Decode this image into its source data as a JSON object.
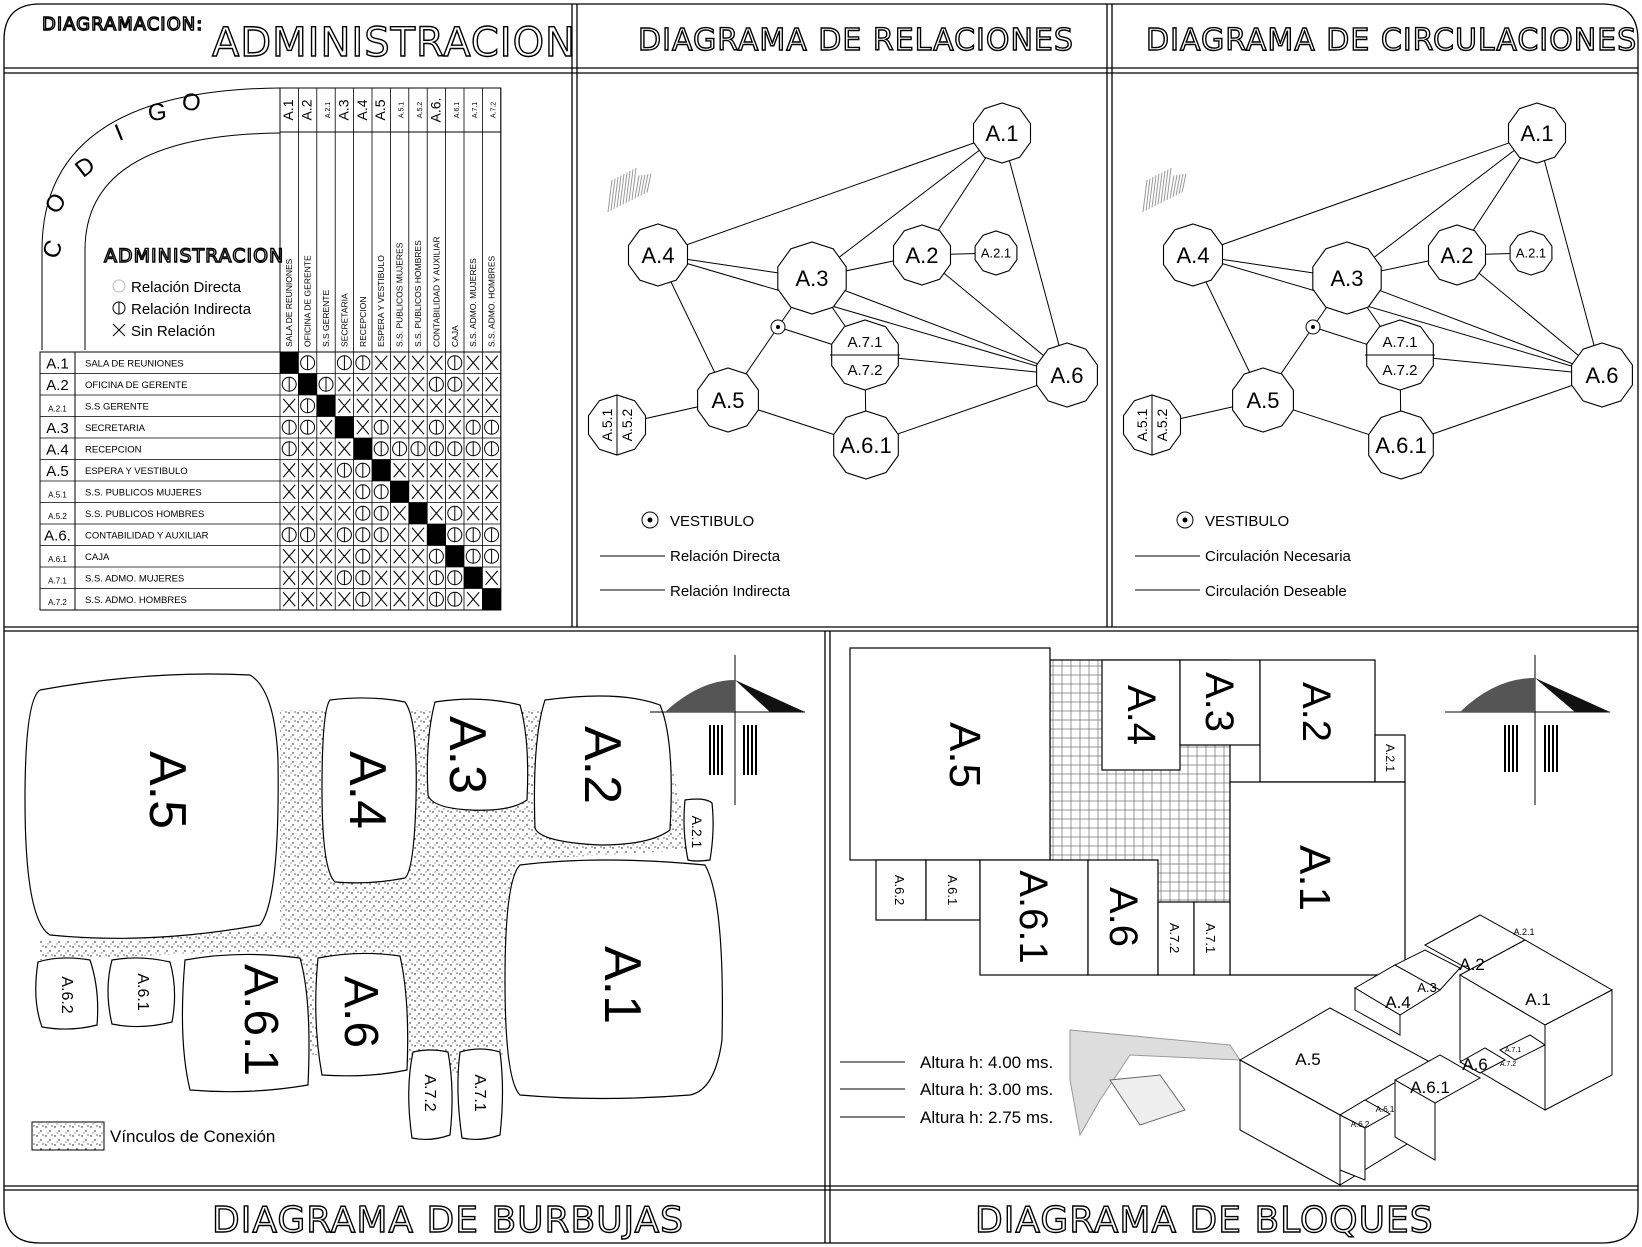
{
  "header": {
    "diagramacion": "DIAGRAMACION:",
    "admin": "ADMINISTRACION",
    "relaciones": "DIAGRAMA DE RELACIONES",
    "circulaciones": "DIAGRAMA DE CIRCULACIONES"
  },
  "footer": {
    "burbujas": "DIAGRAMA DE BURBUJAS",
    "bloques": "DIAGRAMA DE BLOQUES"
  },
  "matrix": {
    "codigo_letters": [
      "C",
      "O",
      "D",
      "I",
      "G",
      "O"
    ],
    "title": "ADMINISTRACION",
    "legend": [
      "Relación Directa",
      "Relación Indirecta",
      "Sin Relación"
    ],
    "codes": [
      "A.1",
      "A.2",
      "A.2.1",
      "A.3",
      "A.4",
      "A.5",
      "A.5.1",
      "A.5.2",
      "A.6.",
      "A.6.1",
      "A.7.1",
      "A.7.2"
    ],
    "names": [
      "SALA DE REUNIONES",
      "OFICINA DE GERENTE",
      "S.S GERENTE",
      "SECRETARIA",
      "RECEPCION",
      "ESPERA Y VESTIBULO",
      "S.S. PUBLICOS MUJERES",
      "S.S. PUBLICOS HOMBRES",
      "CONTABILIDAD Y AUXILIAR",
      "CAJA",
      "S.S. ADMO. MUJERES",
      "S.S. ADMO. HOMBRES"
    ],
    "cells": [
      "#ODOOXXXXOXXX",
      "O#OXXXXXOOXX",
      "XO#XXXXXXXXX",
      "OOX#XOXXOXOO",
      "OXXX#OOOOOOO",
      "XXXOO#XXXXXX",
      "XXXXOO#XXXXX",
      "XXXXOOX#XOXX",
      "OOXOOOXX#OOO",
      "XXXXOXXXO#OO",
      "XXXOOXXXOO#X",
      "XXXXOXXXOOX#"
    ]
  },
  "relaciones": {
    "nodes": [
      "A.1",
      "A.2",
      "A.2.1",
      "A.3",
      "A.4",
      "A.5",
      "A.5.1",
      "A.5.2",
      "A.6",
      "A.6.1",
      "A.7.1",
      "A.7.2"
    ],
    "legend_vestibulo": "VESTIBULO",
    "legend_directa": "Relación Directa",
    "legend_indirecta": "Relación Indirecta"
  },
  "circulaciones": {
    "legend_vestibulo": "VESTIBULO",
    "legend_necesaria": "Circulación Necesaria",
    "legend_deseable": "Circulación Deseable"
  },
  "burbujas": {
    "labels": [
      "A.5",
      "A.4",
      "A.3",
      "A.2",
      "A.2.1",
      "A.1",
      "A.6.2",
      "A.6.1",
      "A.6.1",
      "A.6",
      "A.7.2",
      "A.7.1"
    ],
    "legend": "Vínculos de Conexión"
  },
  "bloques": {
    "labels": [
      "A.5",
      "A.4",
      "A.3",
      "A.2",
      "A.2.1",
      "A.1",
      "A.6.2",
      "A.6.1",
      "A.6.1",
      "A.6",
      "A.7.2",
      "A.7.1"
    ],
    "heights": [
      "Altura h: 4.00 ms.",
      "Altura h: 3.00 ms.",
      "Altura h: 2.75 ms."
    ],
    "iso_labels": [
      "A.5",
      "A.4",
      "A.3",
      "A.2",
      "A.2.1",
      "A.1",
      "A.6",
      "A.6.1",
      "A.6.2",
      "A.6.1",
      "A.7.1",
      "A.7.2"
    ]
  }
}
